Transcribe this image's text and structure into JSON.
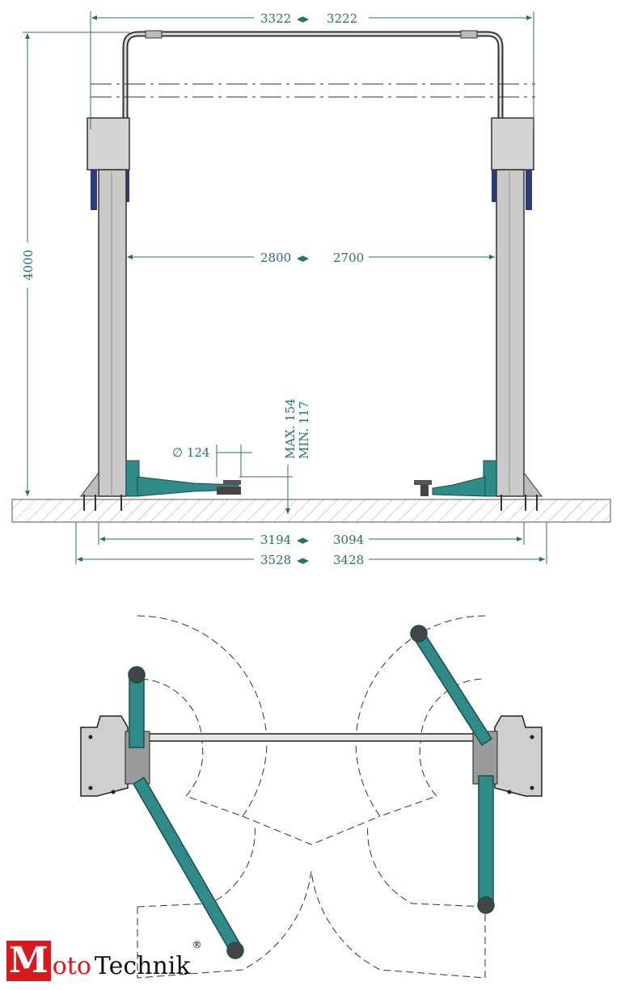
{
  "colors": {
    "dimension": "#2b6f6b",
    "column": "#c9c9c9",
    "arm": "#2e8b88",
    "floor_hatch": "#9a9a9a",
    "logo_red": "#d71920",
    "logo_black": "#111111"
  },
  "front_view": {
    "top_width_left": "3322",
    "top_width_right": "3222",
    "height": "4000",
    "inner_width_left": "2800",
    "inner_width_right": "2700",
    "pad_diameter": "∅ 124",
    "max_height": "MAX. 154",
    "min_height": "MIN. 117",
    "base_width_left": "3194",
    "base_width_right": "3094",
    "total_width_left": "3528",
    "total_width_right": "3428",
    "arrow": "◂▸"
  },
  "logo": {
    "initial": "M",
    "rest": "oto",
    "word2": "Technik",
    "registered": "®"
  }
}
